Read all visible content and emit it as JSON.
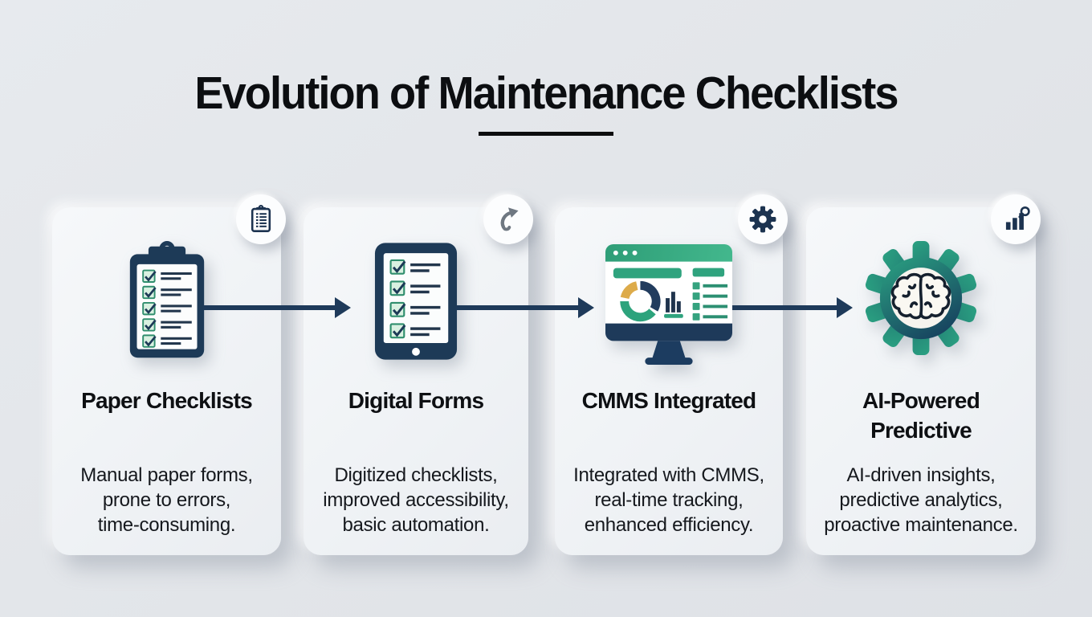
{
  "header": {
    "title": "Evolution of Maintenance Checklists"
  },
  "colors": {
    "navy": "#1e3a5a",
    "green": "#2da37c",
    "teal_gradient_start": "#2a9b7d",
    "teal_gradient_end": "#16355c",
    "gold": "#ddab4a",
    "mint_checkbox": "#d9f1e1",
    "card_background": "#f2f4f7",
    "page_background": "#e3e6ea",
    "badge_gray": "#6e7781",
    "text": "#15181d"
  },
  "cards": [
    {
      "id": "paper-checklists",
      "icon": "clipboard-checklist-icon",
      "badge_icon": "mini-clipboard-icon",
      "title": "Paper Checklists",
      "description_lines": [
        "Manual paper forms,",
        "prone to errors,",
        "time-consuming."
      ]
    },
    {
      "id": "digital-forms",
      "icon": "tablet-checklist-icon",
      "badge_icon": "trending-arrow-icon",
      "title": "Digital Forms",
      "description_lines": [
        "Digitized checklists,",
        "improved accessibility,",
        "basic automation."
      ]
    },
    {
      "id": "cmms-integrated",
      "icon": "dashboard-monitor-icon",
      "badge_icon": "gear-icon",
      "title": "CMMS Integrated",
      "description_lines": [
        "Integrated with CMMS,",
        "real-time tracking,",
        "enhanced efficiency."
      ]
    },
    {
      "id": "ai-powered-predictive",
      "icon": "gear-brain-icon",
      "badge_icon": "analytics-magnifier-icon",
      "title": "AI-Powered Predictive",
      "description_lines": [
        "AI-driven insights,",
        "predictive analytics,",
        "proactive maintenance."
      ]
    }
  ]
}
